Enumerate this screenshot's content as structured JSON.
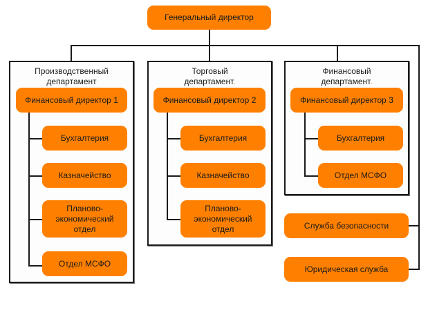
{
  "colors": {
    "node_fill": "#ff8000",
    "line": "#1a1a1a",
    "text": "#1a1a1a"
  },
  "root": {
    "label": "Генеральный директор"
  },
  "departments": [
    {
      "title_line1": "Производственный",
      "title_line2": "департамент",
      "title_suffix": "",
      "director": "Финансовый директор 1",
      "units": [
        "Бухгалтерия",
        "Казначейство",
        "Планово-экономический отдел",
        "Отдел МСФО"
      ]
    },
    {
      "title_line1": "Торговый",
      "title_line2": "департамент",
      "title_suffix": ".",
      "director": "Финансовый директор 2",
      "units": [
        "Бухгалтерия",
        "Казначейство",
        "Планово-экономический отдел"
      ]
    },
    {
      "title_line1": "Финансовый",
      "title_line2": "департамент",
      "title_suffix": ".",
      "director": "Финансовый директор 3",
      "units": [
        "Бухгалтерия",
        "Отдел МСФО"
      ]
    }
  ],
  "services": [
    {
      "label": "Служба безопасности"
    },
    {
      "label": "Юридическая служба"
    }
  ]
}
